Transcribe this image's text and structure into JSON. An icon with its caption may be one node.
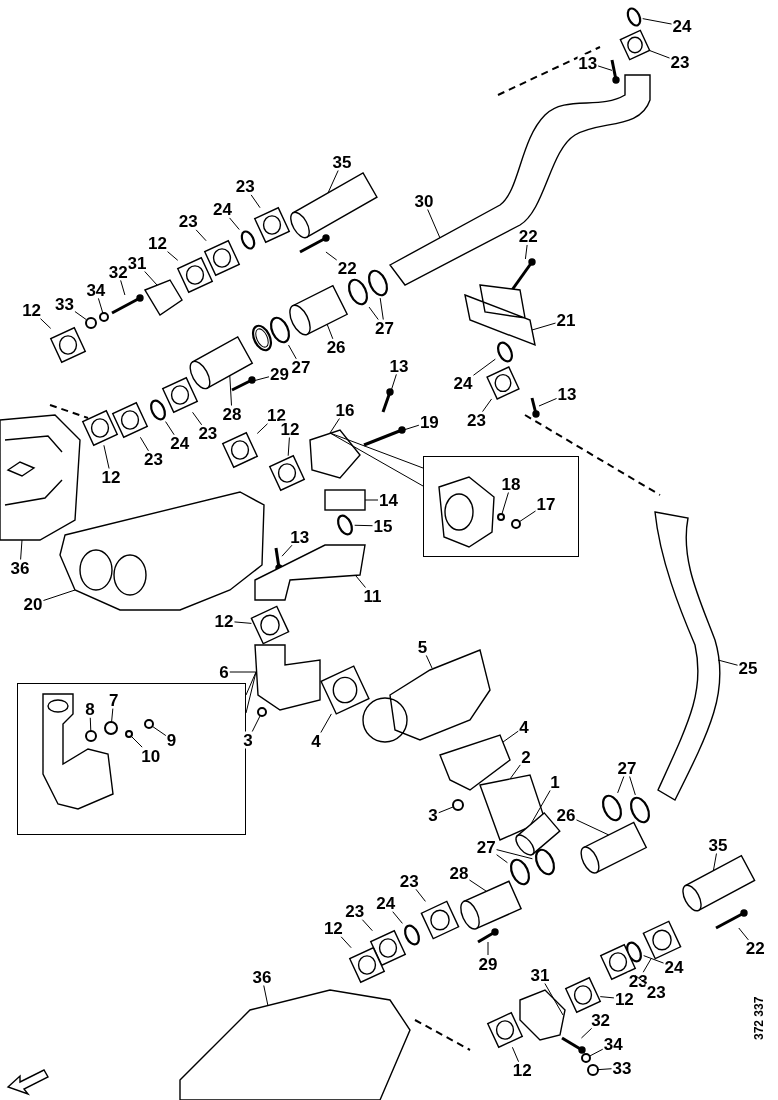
{
  "diagram": {
    "nodes": [
      {
        "text": [
          "24"
        ]
      },
      {
        "text": [
          "23"
        ]
      },
      {
        "text": [
          "13"
        ]
      },
      {
        "text": [
          "35"
        ]
      },
      {
        "text": [
          "30"
        ]
      },
      {
        "text": [
          "23"
        ]
      },
      {
        "text": [
          "24"
        ]
      },
      {
        "text": [
          "23"
        ]
      },
      {
        "text": [
          "22"
        ]
      },
      {
        "text": [
          "22"
        ]
      },
      {
        "text": [
          "12"
        ]
      },
      {
        "text": [
          "31"
        ]
      },
      {
        "text": [
          "32"
        ]
      },
      {
        "text": [
          "34"
        ]
      },
      {
        "text": [
          "33"
        ]
      },
      {
        "text": [
          "12"
        ]
      },
      {
        "text": [
          "21"
        ]
      },
      {
        "text": [
          "27"
        ]
      },
      {
        "text": [
          "26"
        ]
      },
      {
        "text": [
          "27"
        ]
      },
      {
        "text": [
          "28"
        ]
      },
      {
        "text": [
          "29"
        ]
      },
      {
        "text": [
          "24"
        ]
      },
      {
        "text": [
          "13"
        ]
      },
      {
        "text": [
          "23"
        ]
      },
      {
        "text": [
          "13"
        ]
      },
      {
        "text": [
          "16"
        ]
      },
      {
        "text": [
          "19"
        ]
      },
      {
        "text": [
          "24"
        ]
      },
      {
        "text": [
          "23"
        ]
      },
      {
        "text": [
          "23"
        ]
      },
      {
        "text": [
          "12"
        ]
      },
      {
        "text": [
          "12"
        ]
      },
      {
        "text": [
          "12"
        ]
      },
      {
        "text": [
          "14"
        ]
      },
      {
        "text": [],
        "shape": "box"
      },
      {
        "text": [
          "18"
        ],
        "in": 35
      },
      {
        "text": [
          "17"
        ],
        "in": 35
      },
      {
        "text": [
          "15"
        ]
      },
      {
        "text": [
          "13"
        ]
      },
      {
        "text": [
          "36"
        ]
      },
      {
        "text": [
          "20"
        ]
      },
      {
        "text": [
          "11"
        ]
      },
      {
        "text": [
          "12"
        ]
      },
      {
        "text": [
          "5"
        ]
      },
      {
        "text": [
          "6"
        ]
      },
      {
        "text": [],
        "shape": "box"
      },
      {
        "text": [
          "8"
        ],
        "in": 46
      },
      {
        "text": [
          "7"
        ],
        "in": 46
      },
      {
        "text": [
          "9"
        ],
        "in": 46
      },
      {
        "text": [
          "10"
        ],
        "in": 46
      },
      {
        "text": [
          "4"
        ]
      },
      {
        "text": [
          "3"
        ]
      },
      {
        "text": [
          "4"
        ]
      },
      {
        "text": [
          "2"
        ]
      },
      {
        "text": [
          "1"
        ]
      },
      {
        "text": [
          "3"
        ]
      },
      {
        "text": [
          "27"
        ]
      },
      {
        "text": [
          "26"
        ]
      },
      {
        "text": [
          "35"
        ]
      },
      {
        "text": [
          "27"
        ]
      },
      {
        "text": [
          "28"
        ]
      },
      {
        "text": [
          "23"
        ]
      },
      {
        "text": [
          "24"
        ]
      },
      {
        "text": [
          "23"
        ]
      },
      {
        "text": [
          "22"
        ]
      },
      {
        "text": [
          "12"
        ]
      },
      {
        "text": [
          "29"
        ]
      },
      {
        "text": [
          "23"
        ]
      },
      {
        "text": [
          "24"
        ]
      },
      {
        "text": [
          "23"
        ]
      },
      {
        "text": [
          "36"
        ]
      },
      {
        "text": [
          "31"
        ]
      },
      {
        "text": [
          "12"
        ]
      },
      {
        "text": [
          "32"
        ]
      },
      {
        "text": [
          "12"
        ]
      },
      {
        "text": [
          "34"
        ]
      },
      {
        "text": [
          "33"
        ]
      },
      {
        "text": [
          "25"
        ]
      },
      {
        "text": [],
        "shape": "circle"
      },
      {
        "text": [],
        "shape": "picture"
      },
      {
        "text": [],
        "shape": "picture"
      },
      {
        "text": [],
        "shape": "picture"
      },
      {
        "text": [],
        "shape": "picture"
      },
      {
        "text": [],
        "shape": "picture"
      },
      {
        "text": [],
        "shape": "circle"
      },
      {
        "text": [],
        "shape": "picture"
      },
      {
        "text": [],
        "shape": "picture"
      },
      {
        "text": [],
        "shape": "picture"
      },
      {
        "text": [],
        "shape": "picture"
      },
      {
        "text": [],
        "shape": "picture"
      },
      {
        "text": [],
        "shape": "picture"
      },
      {
        "text": [],
        "shape": "circle"
      },
      {
        "text": [],
        "shape": "circle"
      },
      {
        "text": [],
        "shape": "picture"
      },
      {
        "text": [],
        "shape": "picture"
      },
      {
        "text": [],
        "shape": "circle"
      },
      {
        "text": [],
        "shape": "circle"
      },
      {
        "text": [],
        "shape": "picture"
      },
      {
        "text": [],
        "shape": "circle"
      },
      {
        "text": [],
        "shape": "picture"
      },
      {
        "text": [],
        "shape": "picture"
      },
      {
        "text": [],
        "shape": "circle"
      },
      {
        "text": [],
        "shape": "picture"
      },
      {
        "text": [],
        "shape": "picture"
      },
      {
        "text": [],
        "shape": "picture"
      },
      {
        "text": [],
        "shape": "picture"
      },
      {
        "text": [],
        "shape": "picture"
      },
      {
        "text": [],
        "shape": "circle"
      },
      {
        "text": [],
        "shape": "picture"
      },
      {
        "text": [],
        "shape": "picture"
      },
      {
        "text": [],
        "shape": "picture"
      },
      {
        "text": [],
        "shape": "picture"
      },
      {
        "text": [],
        "shape": "picture"
      },
      {
        "text": [],
        "shape": "picture"
      },
      {
        "text": [],
        "shape": "circle",
        "in": 35
      },
      {
        "text": [],
        "shape": "circle",
        "in": 35
      },
      {
        "text": [],
        "shape": "circle"
      },
      {
        "text": [],
        "shape": "picture"
      },
      {
        "text": [],
        "shape": "picture"
      },
      {
        "text": [],
        "shape": "picture"
      },
      {
        "text": [],
        "shape": "picture"
      },
      {
        "text": [],
        "shape": "picture"
      },
      {
        "text": [],
        "shape": "picture"
      },
      {
        "text": [],
        "shape": "picture"
      },
      {
        "text": [],
        "shape": "circle",
        "in": 46
      },
      {
        "text": [],
        "shape": "circle",
        "in": 46
      },
      {
        "text": [],
        "shape": "circle",
        "in": 46
      },
      {
        "text": [],
        "shape": "circle",
        "in": 46
      },
      {
        "text": [],
        "shape": "picture"
      },
      {
        "text": [],
        "shape": "circle"
      },
      {
        "text": [],
        "shape": "picture"
      },
      {
        "text": [],
        "shape": "picture"
      },
      {
        "text": [],
        "shape": "picture"
      },
      {
        "text": [],
        "shape": "circle"
      },
      {
        "text": [],
        "shape": "circle"
      },
      {
        "text": [],
        "shape": "circle"
      },
      {
        "text": [],
        "shape": "picture"
      },
      {
        "text": [],
        "shape": "picture"
      },
      {
        "text": [],
        "shape": "circle"
      },
      {
        "text": [],
        "shape": "circle"
      },
      {
        "text": [],
        "shape": "picture"
      },
      {
        "text": [],
        "shape": "picture"
      },
      {
        "text": [],
        "shape": "circle"
      },
      {
        "text": [],
        "shape": "picture"
      },
      {
        "text": [],
        "shape": "picture"
      },
      {
        "text": [],
        "shape": "picture"
      },
      {
        "text": [],
        "shape": "picture"
      },
      {
        "text": [],
        "shape": "picture"
      },
      {
        "text": [],
        "shape": "circle"
      },
      {
        "text": [],
        "shape": "picture"
      },
      {
        "text": [],
        "shape": "picture"
      },
      {
        "text": [],
        "shape": "picture"
      },
      {
        "text": [],
        "shape": "picture"
      },
      {
        "text": [],
        "shape": "picture"
      },
      {
        "text": [],
        "shape": "picture"
      },
      {
        "text": [],
        "shape": "circle"
      },
      {
        "text": [],
        "shape": "circle"
      },
      {
        "text": [],
        "shape": "picture"
      }
    ],
    "edges": [
      {
        "from": 0,
        "to": 79,
        "arrow": "none"
      },
      {
        "from": 1,
        "to": 80,
        "arrow": "none"
      },
      {
        "from": 2,
        "to": 81,
        "arrow": "none"
      },
      {
        "from": 3,
        "to": 82,
        "arrow": "none"
      },
      {
        "from": 4,
        "to": 83,
        "arrow": "none"
      },
      {
        "from": 5,
        "to": 84,
        "arrow": "none"
      },
      {
        "from": 6,
        "to": 85,
        "arrow": "none"
      },
      {
        "from": 7,
        "to": 86,
        "arrow": "none"
      },
      {
        "from": 8,
        "to": 87,
        "arrow": "none"
      },
      {
        "from": 9,
        "to": 88,
        "arrow": "none"
      },
      {
        "from": 10,
        "to": 89,
        "arrow": "none"
      },
      {
        "from": 11,
        "to": 90,
        "arrow": "none"
      },
      {
        "from": 12,
        "to": 91,
        "arrow": "none"
      },
      {
        "from": 13,
        "to": 92,
        "arrow": "none"
      },
      {
        "from": 14,
        "to": 93,
        "arrow": "none"
      },
      {
        "from": 15,
        "to": 94,
        "arrow": "none"
      },
      {
        "from": 16,
        "to": 95,
        "arrow": "none"
      },
      {
        "from": 17,
        "to": 96,
        "arrow": "none"
      },
      {
        "from": 17,
        "to": 97,
        "arrow": "none"
      },
      {
        "from": 18,
        "to": 98,
        "arrow": "none"
      },
      {
        "from": 19,
        "to": 99,
        "arrow": "none"
      },
      {
        "from": 20,
        "to": 100,
        "arrow": "none"
      },
      {
        "from": 21,
        "to": 101,
        "arrow": "none"
      },
      {
        "from": 22,
        "to": 102,
        "arrow": "none"
      },
      {
        "from": 23,
        "to": 103,
        "arrow": "none"
      },
      {
        "from": 24,
        "to": 104,
        "arrow": "none"
      },
      {
        "from": 25,
        "to": 105,
        "arrow": "none"
      },
      {
        "from": 26,
        "to": 106,
        "arrow": "none"
      },
      {
        "from": 27,
        "to": 107,
        "arrow": "none"
      },
      {
        "from": 28,
        "to": 108,
        "arrow": "none"
      },
      {
        "from": 29,
        "to": 109,
        "arrow": "none"
      },
      {
        "from": 30,
        "to": 110,
        "arrow": "none"
      },
      {
        "from": 31,
        "to": 111,
        "arrow": "none"
      },
      {
        "from": 32,
        "to": 112,
        "arrow": "none"
      },
      {
        "from": 33,
        "to": 113,
        "arrow": "none"
      },
      {
        "from": 34,
        "to": 114,
        "arrow": "none"
      },
      {
        "from": 35,
        "to": 106,
        "arrow": "none"
      },
      {
        "from": 35,
        "to": 106,
        "arrow": "none"
      },
      {
        "from": 36,
        "to": 115,
        "arrow": "none"
      },
      {
        "from": 37,
        "to": 116,
        "arrow": "none"
      },
      {
        "from": 38,
        "to": 117,
        "arrow": "none"
      },
      {
        "from": 39,
        "to": 118,
        "arrow": "none"
      },
      {
        "from": 40,
        "to": 119,
        "arrow": "none"
      },
      {
        "from": 41,
        "to": 120,
        "arrow": "none"
      },
      {
        "from": 42,
        "to": 121,
        "arrow": "none"
      },
      {
        "from": 43,
        "to": 122,
        "arrow": "none"
      },
      {
        "from": 44,
        "to": 123,
        "arrow": "none"
      },
      {
        "from": 45,
        "to": 124,
        "arrow": "none"
      },
      {
        "from": 46,
        "to": 124,
        "arrow": "none"
      },
      {
        "from": 46,
        "to": 124,
        "arrow": "none"
      },
      {
        "from": 47,
        "to": 125,
        "arrow": "none"
      },
      {
        "from": 48,
        "to": 126,
        "arrow": "none"
      },
      {
        "from": 49,
        "to": 127,
        "arrow": "none"
      },
      {
        "from": 50,
        "to": 128,
        "arrow": "none"
      },
      {
        "from": 51,
        "to": 129,
        "arrow": "none"
      },
      {
        "from": 52,
        "to": 130,
        "arrow": "none"
      },
      {
        "from": 53,
        "to": 131,
        "arrow": "none"
      },
      {
        "from": 54,
        "to": 132,
        "arrow": "none"
      },
      {
        "from": 55,
        "to": 133,
        "arrow": "none"
      },
      {
        "from": 56,
        "to": 134,
        "arrow": "none"
      },
      {
        "from": 57,
        "to": 135,
        "arrow": "none"
      },
      {
        "from": 57,
        "to": 136,
        "arrow": "none"
      },
      {
        "from": 58,
        "to": 137,
        "arrow": "none"
      },
      {
        "from": 59,
        "to": 138,
        "arrow": "none"
      },
      {
        "from": 60,
        "to": 139,
        "arrow": "none"
      },
      {
        "from": 60,
        "to": 140,
        "arrow": "none"
      },
      {
        "from": 61,
        "to": 141,
        "arrow": "none"
      },
      {
        "from": 62,
        "to": 142,
        "arrow": "none"
      },
      {
        "from": 63,
        "to": 143,
        "arrow": "none"
      },
      {
        "from": 64,
        "to": 144,
        "arrow": "none"
      },
      {
        "from": 65,
        "to": 145,
        "arrow": "none"
      },
      {
        "from": 66,
        "to": 146,
        "arrow": "none"
      },
      {
        "from": 67,
        "to": 147,
        "arrow": "none"
      },
      {
        "from": 68,
        "to": 148,
        "arrow": "none"
      },
      {
        "from": 69,
        "to": 149,
        "arrow": "none"
      },
      {
        "from": 70,
        "to": 150,
        "arrow": "none"
      },
      {
        "from": 71,
        "to": 151,
        "arrow": "none"
      },
      {
        "from": 72,
        "to": 152,
        "arrow": "none"
      },
      {
        "from": 73,
        "to": 153,
        "arrow": "none"
      },
      {
        "from": 74,
        "to": 154,
        "arrow": "none"
      },
      {
        "from": 75,
        "to": 155,
        "arrow": "none"
      },
      {
        "from": 76,
        "to": 156,
        "arrow": "none"
      },
      {
        "from": 77,
        "to": 157,
        "arrow": "none"
      },
      {
        "from": 78,
        "to": 158,
        "arrow": "none"
      }
    ],
    "labels": [
      "372 337"
    ]
  }
}
